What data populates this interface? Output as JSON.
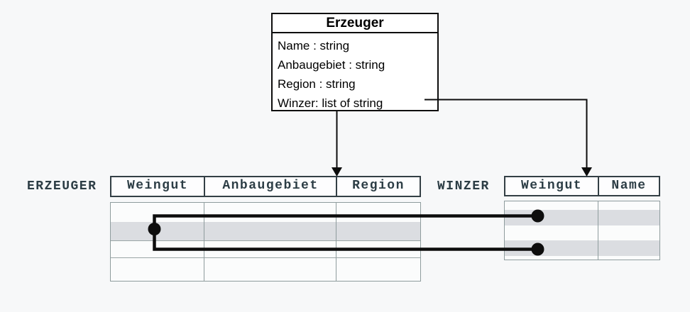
{
  "class_box": {
    "title": "Erzeuger",
    "attributes": [
      "Name : string",
      "Anbaugebiet : string",
      "Region : string",
      "Winzer: list of string"
    ]
  },
  "erzeuger_table": {
    "label": "ERZEUGER",
    "columns": [
      "Weingut",
      "Anbaugebiet",
      "Region"
    ],
    "highlighted_row_index": 2,
    "row_cells_empty": true
  },
  "winzer_table": {
    "label": "WINZER",
    "columns": [
      "Weingut",
      "Name"
    ],
    "highlighted_row_indexes": [
      2,
      4
    ],
    "row_cells_empty": true
  },
  "links": {
    "description": "one ERZEUGER row linked to two WINZER rows",
    "dot_count": 3
  },
  "colors": {
    "background": "#f7f8f9",
    "highlight_row": "#dbdde1",
    "table_text": "#2c3d45",
    "table_border_dark": "#333f45",
    "table_border_light": "#8e9c9d",
    "link_line": "#0d0d0d"
  }
}
